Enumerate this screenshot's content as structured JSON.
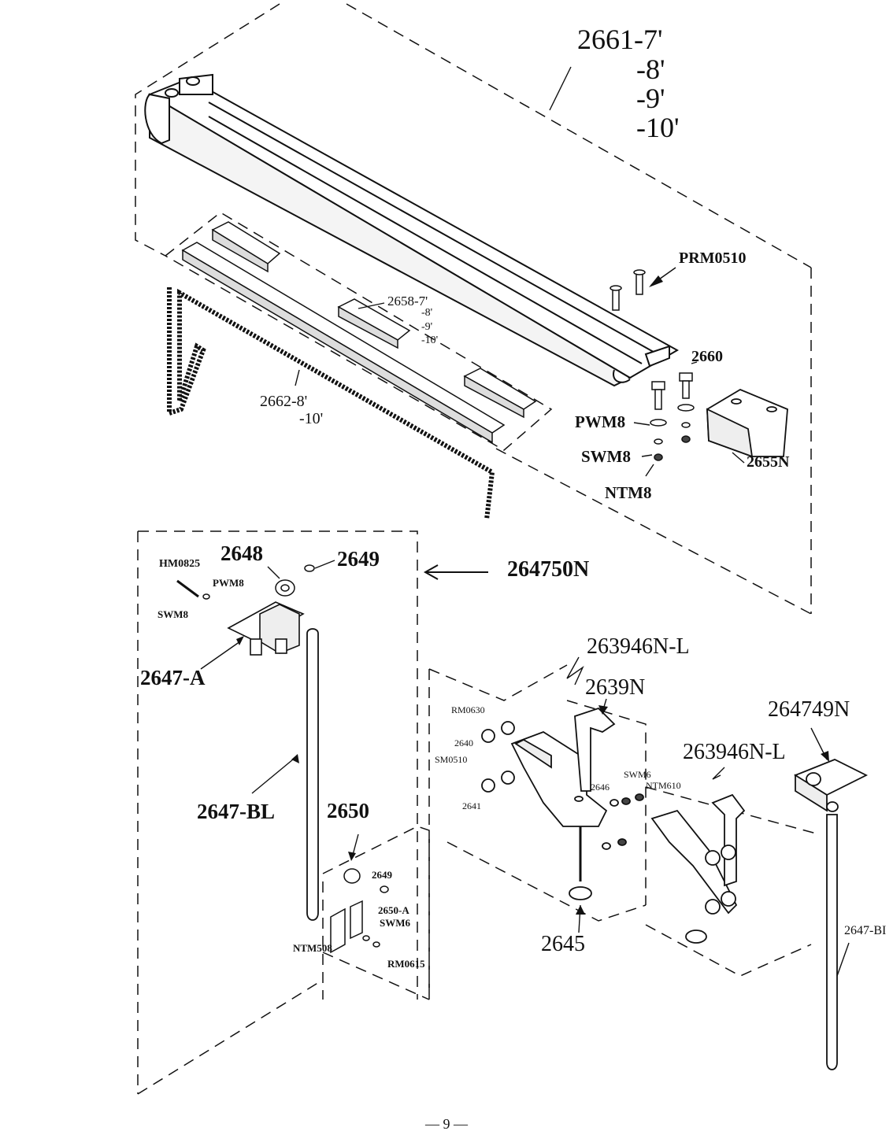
{
  "page_number": "— 9 —",
  "labels": {
    "l2661": "2661-7'",
    "l2661_8": "-8'",
    "l2661_9": "-9'",
    "l2661_10": "-10'",
    "prm0510": "PRM0510",
    "l2658": "2658-7'",
    "l2658_8": "-8'",
    "l2658_9": "-9'",
    "l2658_10": "-10'",
    "l2660": "2660",
    "l2662": "2662-8'",
    "l2662_10": "-10'",
    "pwm8": "PWM8",
    "swm8": "SWM8",
    "l2655n": "2655N",
    "ntm8": "NTM8",
    "hm0825": "HM0825",
    "l2648": "2648",
    "l2649": "2649",
    "l264750n": "264750N",
    "pwm8_small": "PWM8",
    "swm8_small": "SWM8",
    "l2647a": "2647-A",
    "l263946nl_top": "263946N-L",
    "l2639n": "2639N",
    "l264749n": "264749N",
    "rm0630": "RM0630",
    "l2640": "2640",
    "sm0510": "SM0510",
    "l2641": "2641",
    "l2646": "2646",
    "swm6": "SWM6",
    "ntm610": "NTM610",
    "l263946nl_right": "263946N-L",
    "l2647bl": "2647-BL",
    "l2650": "2650",
    "l2649_small": "2649",
    "l2650a": "2650-A",
    "swm6_small": "SWM6",
    "ntm508": "NTM508",
    "rm0615": "RM0615",
    "l2645": "2645",
    "l2647bl_right": "2647-BI"
  }
}
